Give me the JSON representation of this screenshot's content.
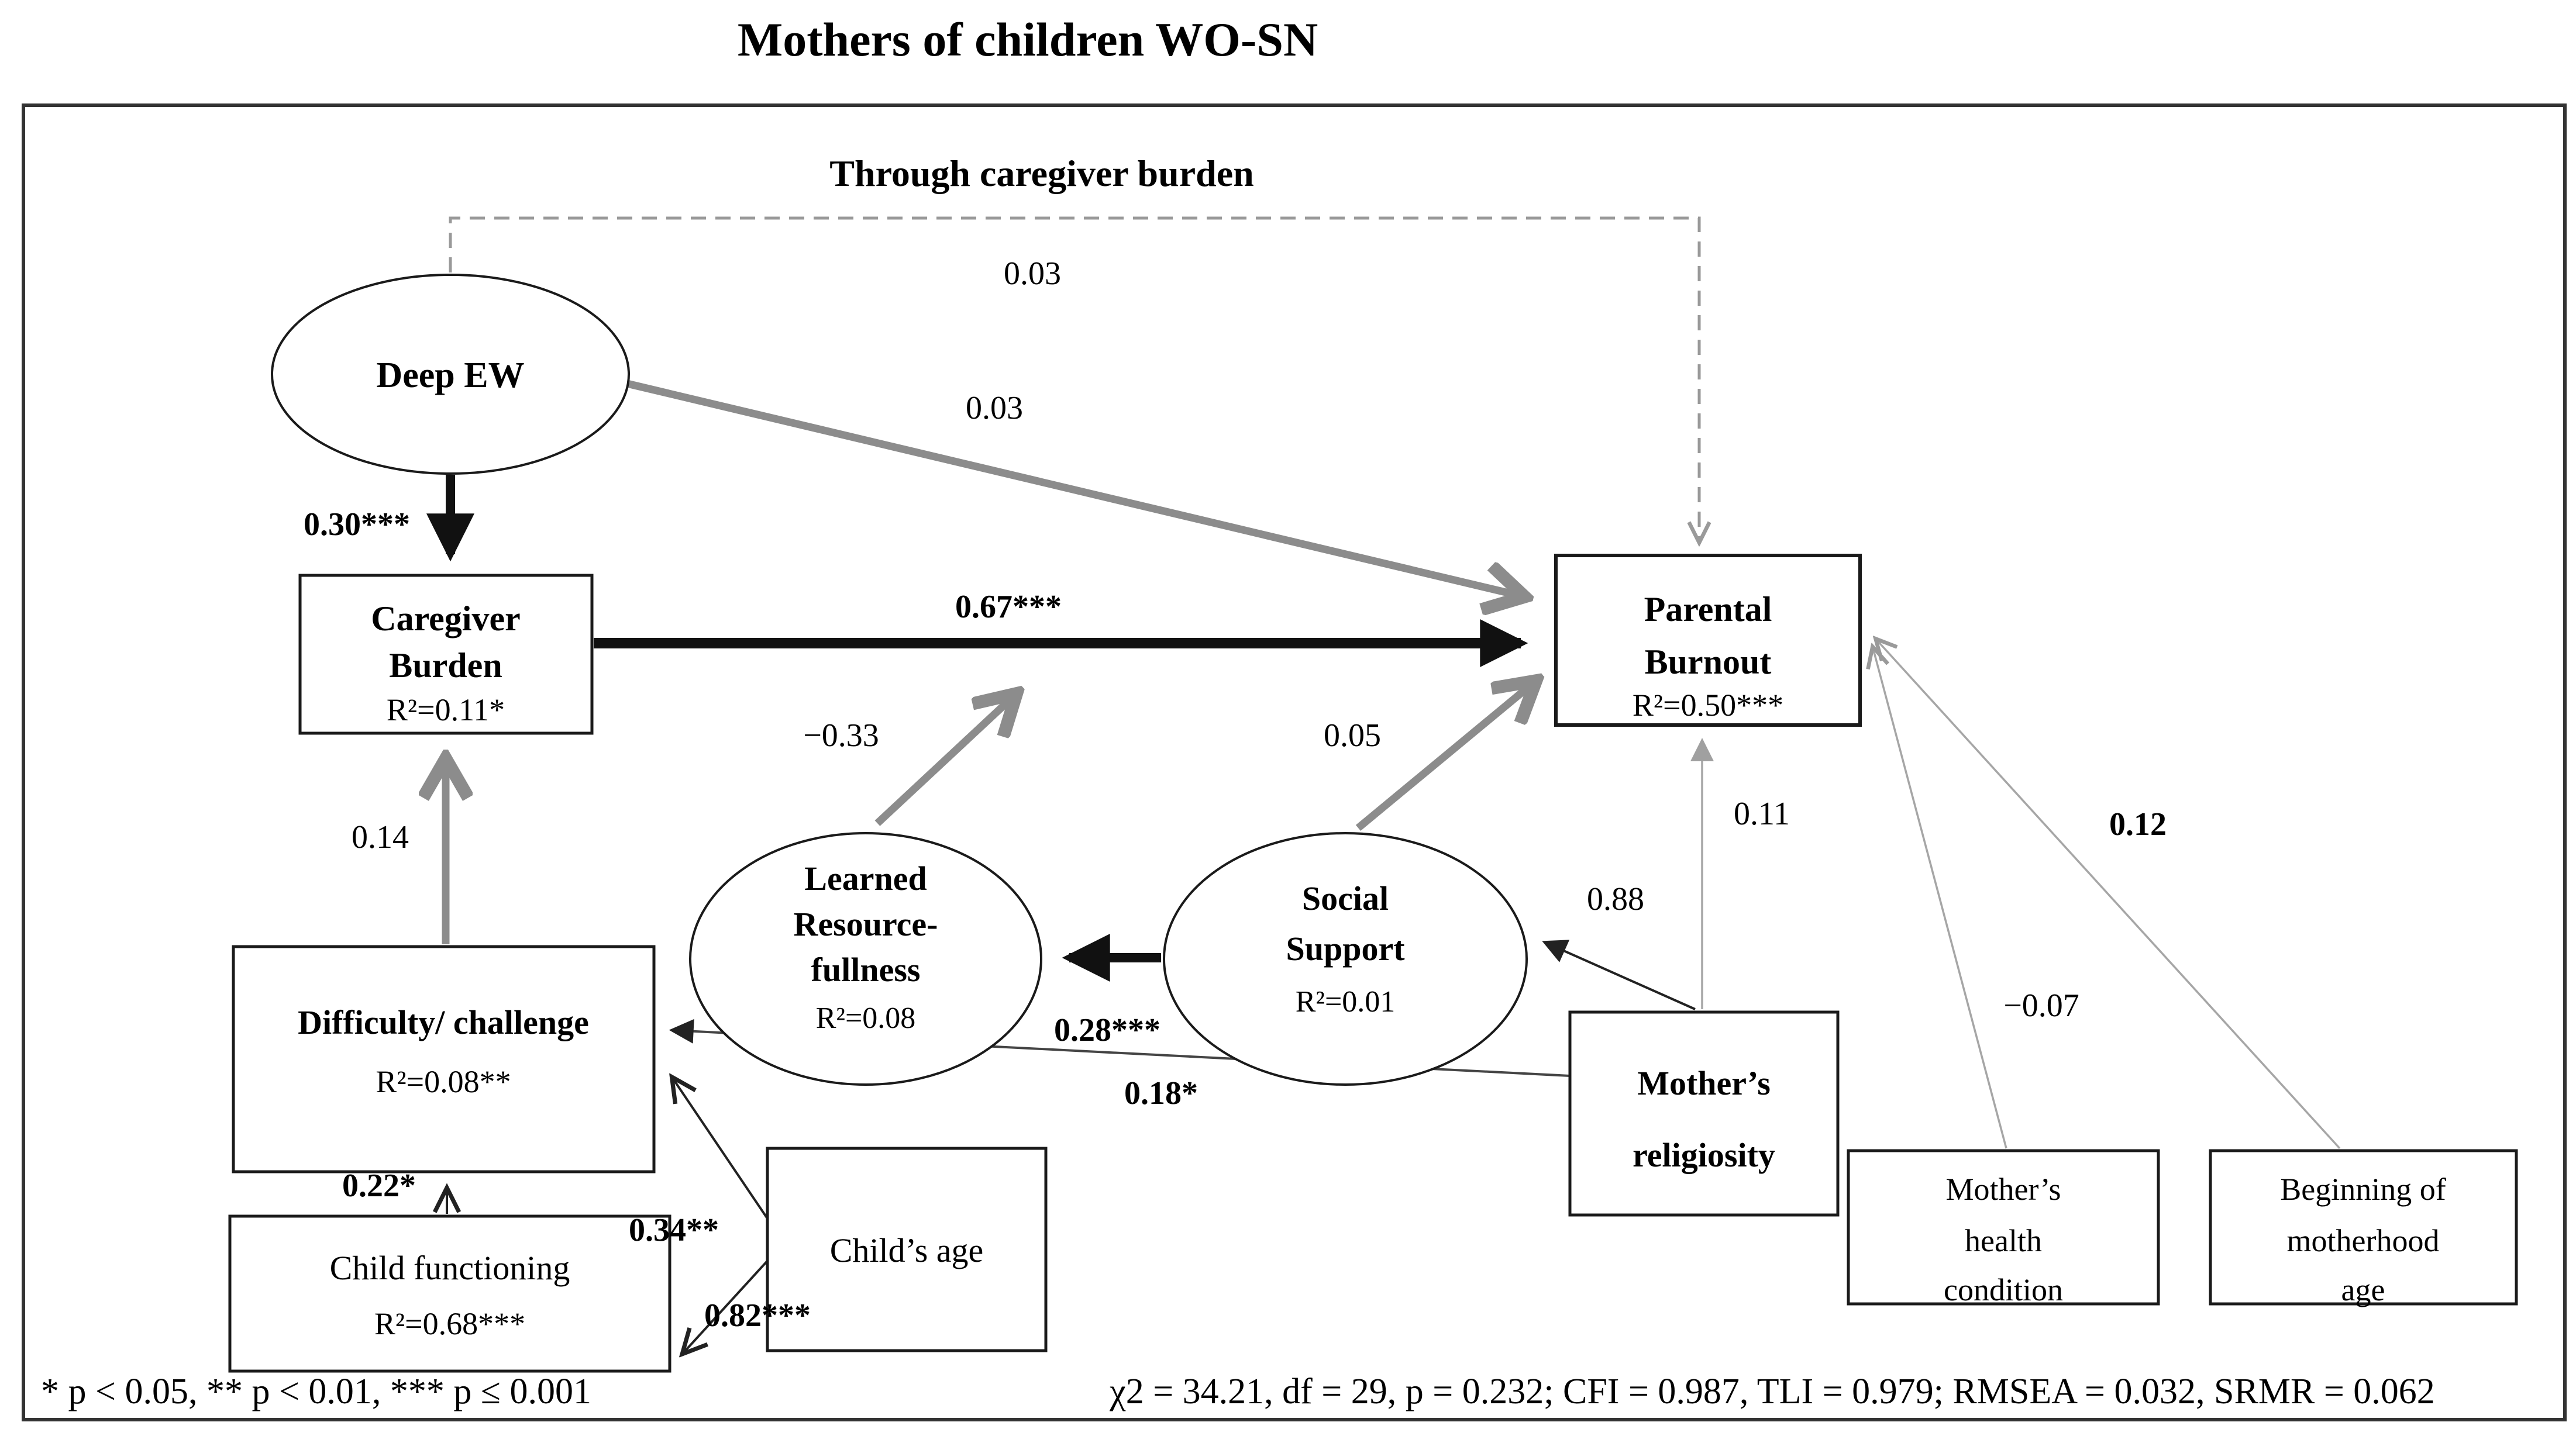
{
  "title": "Mothers of children WO-SN",
  "labels": {
    "through_caregiver_burden": "Through caregiver burden",
    "footnote": "* p < 0.05, ** p < 0.01, *** p ≤ 0.001",
    "fit_stats": "χ2 = 34.21, df = 29, p = 0.232; CFI = 0.987, TLI = 0.979; RMSEA = 0.032, SRMR = 0.062"
  },
  "nodes": {
    "deep_ew": {
      "label": "Deep EW"
    },
    "caregiver_burden": {
      "l1": "Caregiver",
      "l2": "Burden",
      "r2": "R²=0.11*"
    },
    "parental_burnout": {
      "l1": "Parental",
      "l2": "Burnout",
      "r2": "R²=0.50***"
    },
    "learned_resourcefulness": {
      "l1": "Learned",
      "l2": "Resource-",
      "l3": "fullness",
      "r2": "R²=0.08"
    },
    "social_support": {
      "l1": "Social",
      "l2": "Support",
      "r2": "R²=0.01"
    },
    "difficulty_challenge": {
      "l1": "Difficulty/ challenge",
      "r2": "R²=0.08**"
    },
    "child_functioning": {
      "l1": "Child functioning",
      "r2": "R²=0.68***"
    },
    "childs_age": {
      "label": "Child’s age"
    },
    "mothers_religiosity": {
      "l1": "Mother’s",
      "l2": "religiosity"
    },
    "mothers_health_condition": {
      "l1": "Mother’s",
      "l2": "health",
      "l3": "condition"
    },
    "beginning_motherhood_age": {
      "l1": "Beginning of",
      "l2": "motherhood",
      "l3": "age"
    }
  },
  "coefficients": {
    "indirect_through_burden": "0.03",
    "deep_ew_to_parental_burnout": "0.03",
    "deep_ew_to_caregiver_burden": "0.30***",
    "caregiver_burden_to_parental_burnout": "0.67***",
    "learned_resourcefulness_moderation": "−0.33",
    "social_support_to_parental_burnout": "0.05",
    "social_support_to_learned_resourcefulness": "0.28***",
    "difficulty_to_caregiver_burden": "0.14",
    "religiosity_to_social_support": "0.88",
    "religiosity_to_parental_burnout": "0.11",
    "religiosity_to_difficulty": "0.18*",
    "child_functioning_to_difficulty": "0.22*",
    "childs_age_to_difficulty": "0.34**",
    "childs_age_to_child_functioning": "0.82***",
    "health_condition_to_parental_burnout": "−0.07",
    "motherhood_age_to_parental_burnout": "0.12"
  },
  "colors": {
    "black_path": "#111111",
    "gray_path": "#8c8c8c",
    "light_gray_path": "#a6a6a6",
    "dashed_path": "#999999"
  }
}
